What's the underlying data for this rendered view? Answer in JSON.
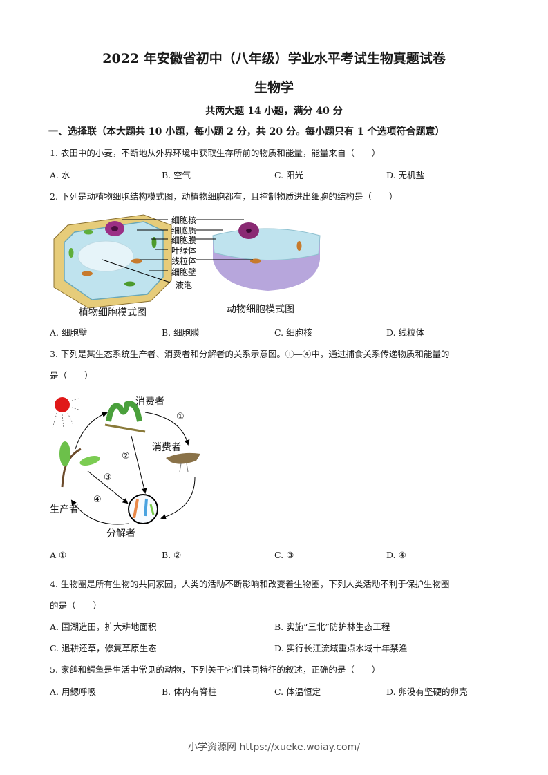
{
  "header": {
    "title": "2022 年安徽省初中（八年级）学业水平考试生物真题试卷",
    "subject": "生物学",
    "summary": "共两大题 14 小题，满分 40 分"
  },
  "section1": {
    "heading": "一、选择联（本大题共 10 小题，每小题 2 分，共 20 分。每小题只有 1 个选项符合题意）"
  },
  "questions": [
    {
      "number": "1.",
      "stem": "1. 农田中的小麦，不断地从外界环境中获取生存所前的物质和能量，能量来自（　　）",
      "options": [
        "A. 水",
        "B. 空气",
        "C. 阳光",
        "D. 无机盐"
      ]
    },
    {
      "number": "2.",
      "stem": "2. 下列是动植物细胞结构模式图，动植物细胞都有，且控制物质进出细胞的结构是（　　）",
      "figure": {
        "labels": [
          "细胞核",
          "细胞质",
          "细胞膜",
          "叶绿体",
          "线粒体",
          "细胞壁",
          "液泡"
        ],
        "plant_caption": "植物细胞模式图",
        "animal_caption": "动物细胞模式图"
      },
      "options": [
        "A.  细胞壁",
        "B.  细胞膜",
        "C.  细胞核",
        "D.  线粒体"
      ]
    },
    {
      "number": "3.",
      "stem_line1": "3. 下列是某生态系统生产者、消费者和分解者的关系示意图。①—④中，通过捕食关系传递物质和能量的",
      "stem_line2": "是（　　）",
      "figure": {
        "consumer1": "消费者",
        "consumer2": "消费者",
        "producer": "生产者",
        "decomposer": "分解者",
        "arrows": [
          "①",
          "②",
          "③",
          "④"
        ]
      },
      "options": [
        "A  ①",
        "B.  ②",
        "C.  ③",
        "D.  ④"
      ]
    },
    {
      "number": "4.",
      "stem_line1": "4. 生物圈是所有生物的共同家园，人类的活动不断影响和改变着生物圈，下列人类活动不利于保护生物圈",
      "stem_line2": "的是（　　）",
      "options": [
        "A.  围湖造田，扩大耕地面积",
        "B.  实施“三北”防护林生态工程",
        "C.  退耕还草，修复草原生态",
        "D.  实行长江流域重点水域十年禁渔"
      ]
    },
    {
      "number": "5.",
      "stem": "5. 家鸽和鳄鱼是生活中常见的动物，下列关于它们共同特征的叙述，正确的是（　　）",
      "options": [
        "A.  用鳃呼吸",
        "B.  体内有脊柱",
        "C.  体温恒定",
        "D.  卵没有坚硬的卵壳"
      ]
    }
  ],
  "footer": {
    "watermark": "小学资源网 https://xueke.woiay.com/"
  }
}
